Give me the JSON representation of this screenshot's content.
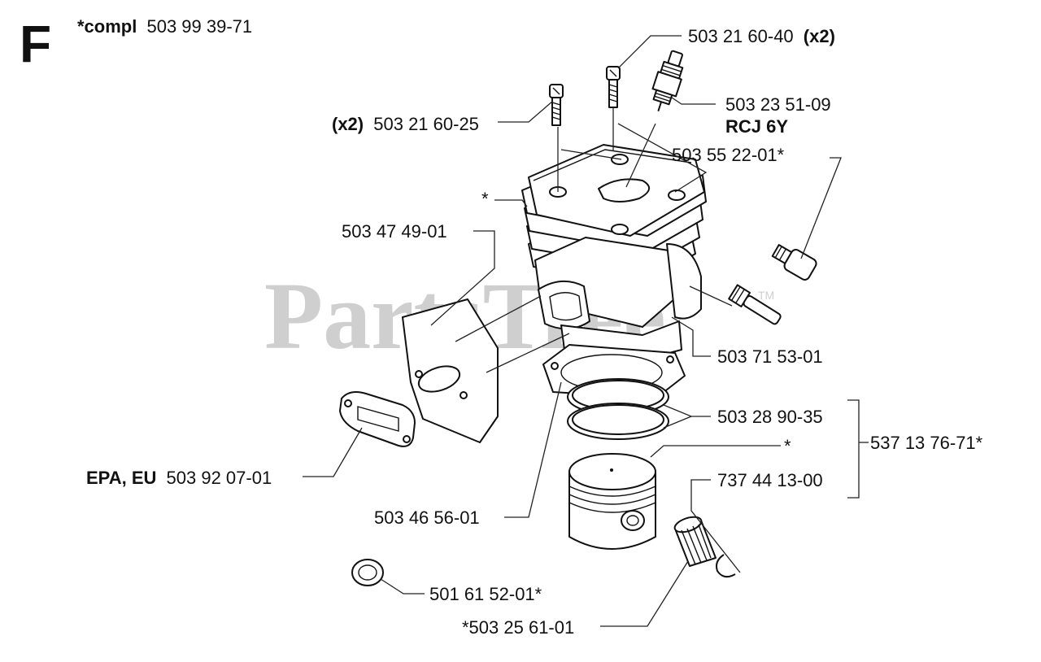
{
  "section_letter": "F",
  "assembly": {
    "prefix": "*compl",
    "number": "503 99 39-71"
  },
  "watermark": {
    "text": "PartsTree",
    "trademark": "TM"
  },
  "labels": {
    "bolt_top": {
      "number": "503 21 60-40",
      "qty": "(x2)"
    },
    "bolt_left": {
      "qty": "(x2)",
      "number": "503 21 60-25"
    },
    "spark_plug": {
      "number": "503 23 51-09",
      "type": "RCJ 6Y"
    },
    "valve": {
      "number": "503 55 22-01*"
    },
    "cylinder": {
      "mark": "*"
    },
    "gasket_plate": {
      "number": "503 47 49-01"
    },
    "fitting": {
      "number": "503 71 53-01"
    },
    "rings": {
      "number": "503 28 90-35"
    },
    "piston_kit": {
      "number": "537 13 76-71*"
    },
    "piston": {
      "mark": "*"
    },
    "circlip": {
      "number": "737 44 13-00"
    },
    "muffler_gasket": {
      "prefix": "EPA, EU",
      "number": "503 92 07-01"
    },
    "base_gasket": {
      "number": "503 46 56-01"
    },
    "plug_cap": {
      "number": "501 61 52-01*"
    },
    "needle_bearing": {
      "number": "*503 25 61-01"
    }
  }
}
